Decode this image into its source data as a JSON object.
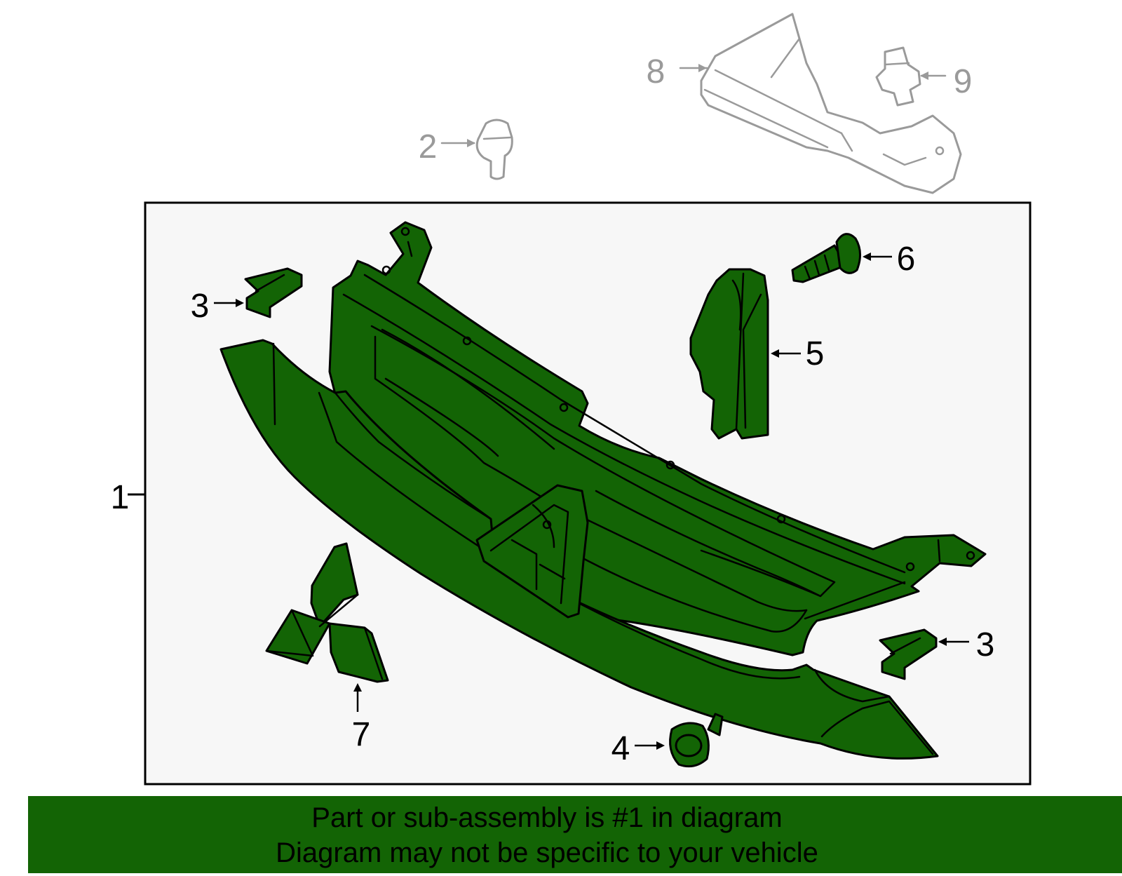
{
  "callouts": {
    "c1": "1",
    "c2": "2",
    "c3a": "3",
    "c3b": "3",
    "c4": "4",
    "c5": "5",
    "c6": "6",
    "c7": "7",
    "c8": "8",
    "c9": "9"
  },
  "footer": {
    "line1": "Part or sub-assembly is #1 in diagram",
    "line2": "Diagram may not be specific to your vehicle"
  },
  "colors": {
    "part_fill": "#136405",
    "ghost_stroke": "#9a9a9a",
    "panel_background": "#f7f7f7"
  }
}
